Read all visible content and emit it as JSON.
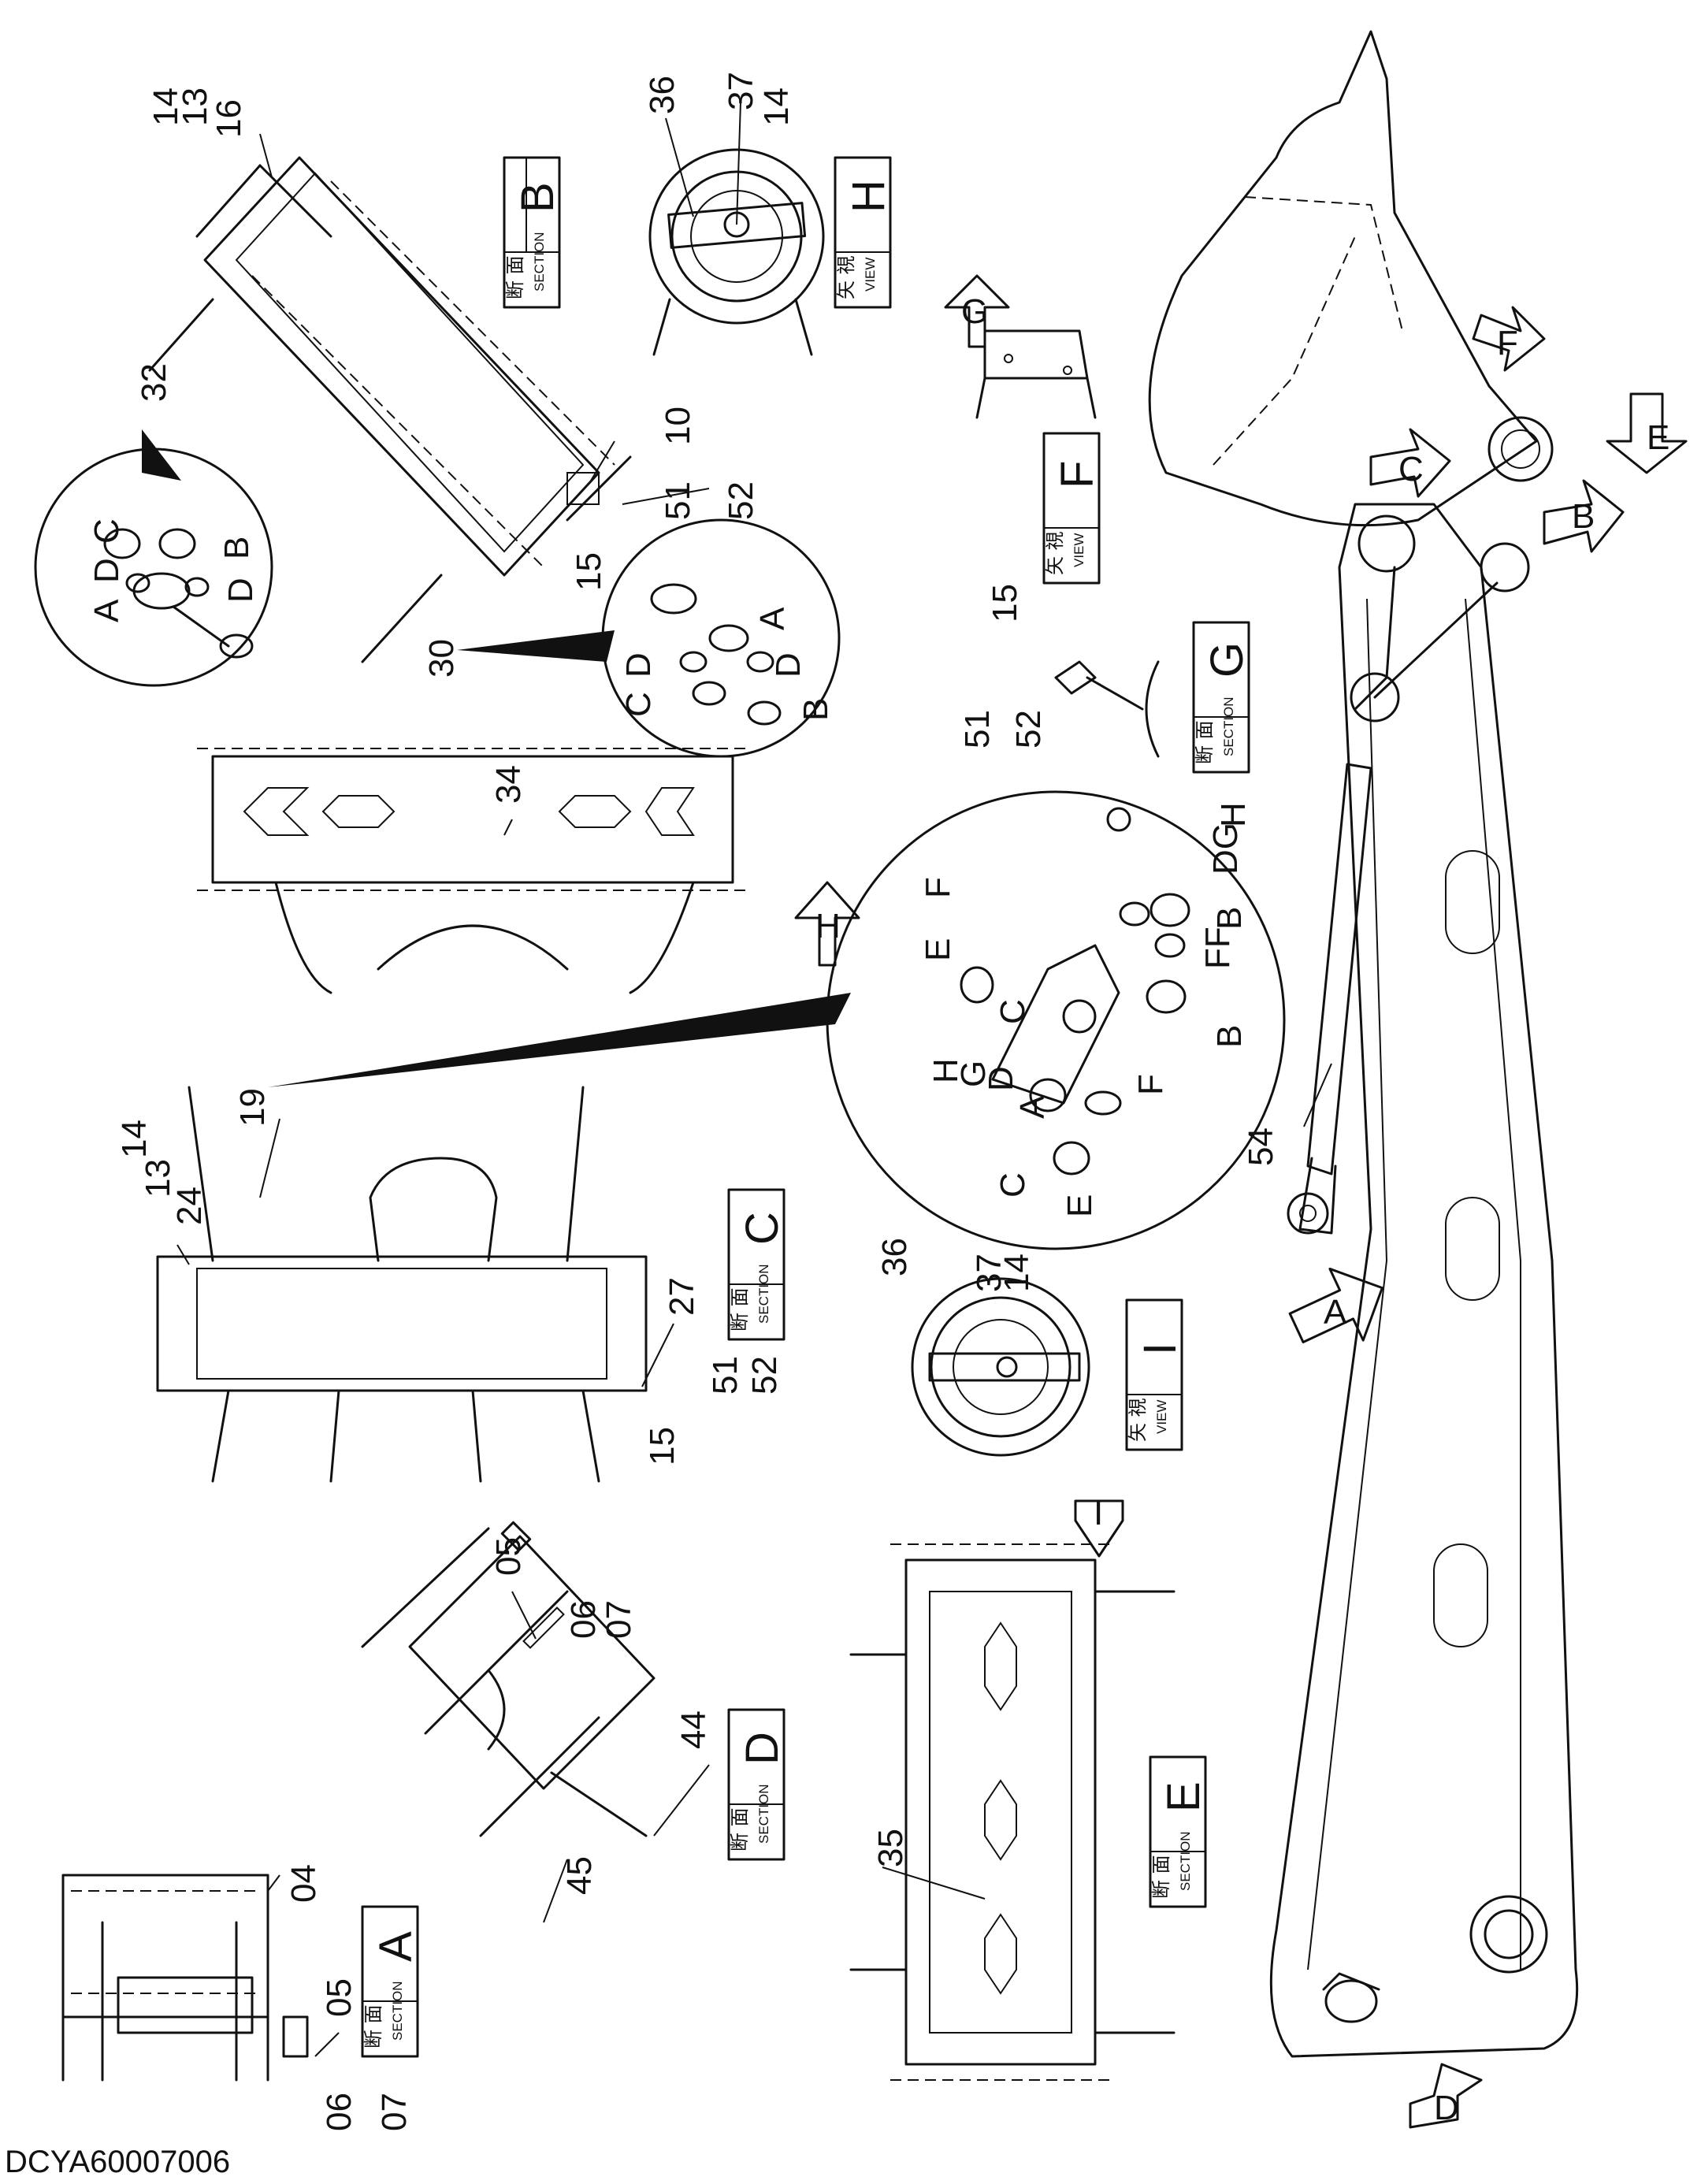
{
  "drawing_code": "DCYA60007006",
  "section_word": "SECTION",
  "section_kanji": "断 面",
  "view_word": "VIEW",
  "view_kanji": "矢 視",
  "panels": {
    "A": "A",
    "B": "B",
    "C": "C",
    "D": "D",
    "E": "E",
    "F": "F",
    "G": "G",
    "H": "H",
    "I": "I"
  },
  "arrows": {
    "A": "A",
    "B": "B",
    "C": "C",
    "D": "D",
    "E": "E",
    "F": "F",
    "G": "G",
    "H": "H",
    "I": "I"
  },
  "parts": {
    "p04": "04",
    "p05": "05",
    "p06": "06",
    "p07": "07",
    "p10": "10",
    "p13": "13",
    "p14": "14",
    "p15": "15",
    "p16": "16",
    "p19": "19",
    "p24": "24",
    "p27": "27",
    "p30": "30",
    "p32": "32",
    "p34": "34",
    "p35": "35",
    "p36": "36",
    "p37": "37",
    "p44": "44",
    "p45": "45",
    "p51": "51",
    "p52": "52",
    "p54": "54"
  },
  "dash_sep": "-",
  "bushing_letters": {
    "A": "A",
    "B": "B",
    "C": "C",
    "D": "D",
    "E": "E",
    "F": "F",
    "G": "G",
    "H": "H",
    "FF": "FF",
    "DG": "DG"
  }
}
